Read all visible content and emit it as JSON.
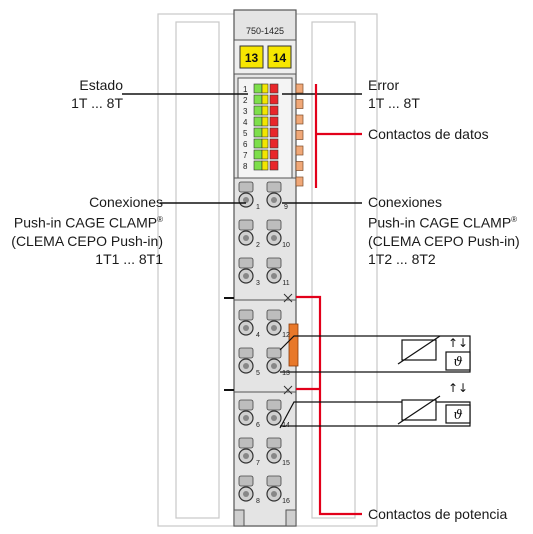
{
  "module": {
    "part_number": "750-1425",
    "top_terminals": [
      "13",
      "14"
    ],
    "led_numbers": [
      "1",
      "2",
      "3",
      "4",
      "5",
      "6",
      "7",
      "8"
    ],
    "clamp_numbers_left": [
      "1",
      "2",
      "3",
      "4",
      "5",
      "6",
      "7",
      "8"
    ],
    "clamp_numbers_right": [
      "9",
      "10",
      "11",
      "12",
      "13",
      "14",
      "15",
      "16"
    ]
  },
  "labels": {
    "estado": [
      "Estado",
      "1T ... 8T"
    ],
    "error": [
      "Error",
      "1T ... 8T"
    ],
    "contactos_datos": "Contactos de datos",
    "conexiones_left": [
      "Conexiones",
      "Push-in CAGE CLAMP",
      "(CLEMA CEPO Push-in)",
      "1T1 ... 8T1"
    ],
    "conexiones_right": [
      "Conexiones",
      "Push-in CAGE CLAMP",
      "(CLEMA CEPO Push-in)",
      "1T2 ... 8T2"
    ],
    "registered": "®",
    "contactos_potencia": "Contactos de potencia"
  },
  "sensor_symbols": {
    "direction": "↑↓",
    "theta": "ϑ"
  },
  "colors": {
    "led_green": "#7ddf4a",
    "led_yellow": "#f2e600",
    "led_red": "#e8262a",
    "accent_red": "#e2001a",
    "data_contact": "#f0a878",
    "power_jumper": "#e8782a",
    "housing": "#dcdcdc",
    "terminal_badge": "#f7e600"
  }
}
